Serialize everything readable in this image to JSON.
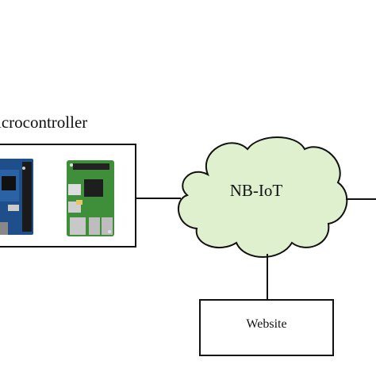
{
  "diagram": {
    "microcontroller_label": "icrocontroller",
    "cloud_label": "NB-IoT",
    "website_label": "Website",
    "colors": {
      "stroke": "#111111",
      "cloud_fill": "#dff0cf",
      "arduino_board": "#1f4f8a",
      "raspberry_board": "#3f8f3a"
    },
    "icons": [
      "arduino-board-image",
      "raspberry-pi-board-image",
      "cloud-shape"
    ]
  }
}
